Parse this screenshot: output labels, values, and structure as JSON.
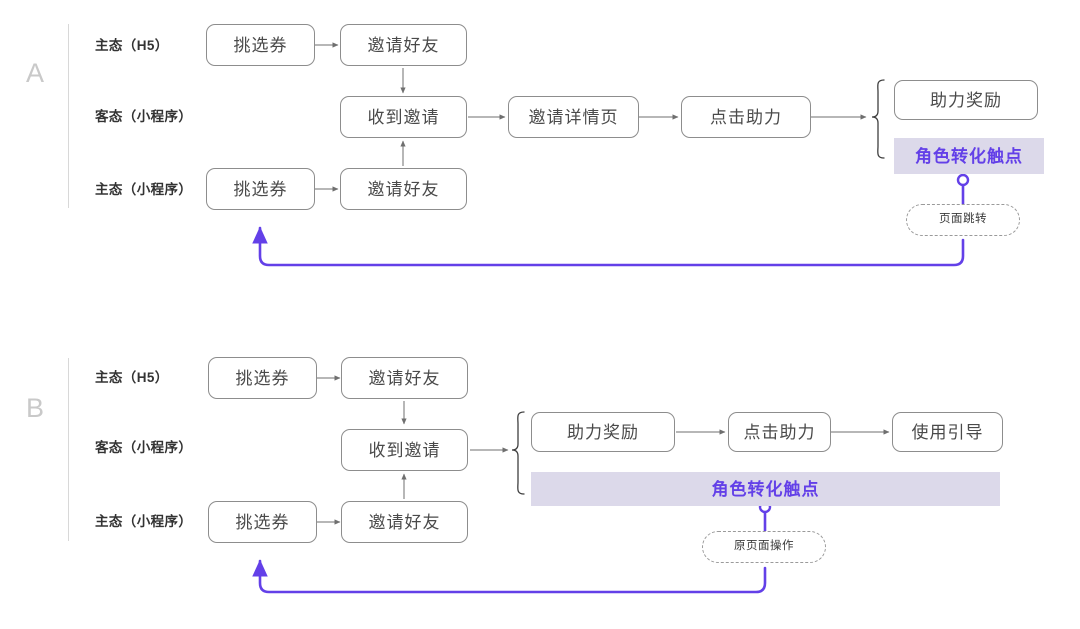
{
  "colors": {
    "accent_purple": "#6340e8",
    "highlight_band": "#dcd9ea",
    "node_border": "#8d8d8d",
    "node_text": "#4a4a4a",
    "label_text": "#333333",
    "section_letter": "#c9c9c9",
    "divider": "#d8d8d8"
  },
  "sections": [
    {
      "letter": "A",
      "row_labels": [
        "主态（H5）",
        "客态（小程序）",
        "主态（小程序）"
      ],
      "nodes": [
        {
          "id": "a-pick-1",
          "label": "挑选券"
        },
        {
          "id": "a-invite-1",
          "label": "邀请好友"
        },
        {
          "id": "a-receive",
          "label": "收到邀请"
        },
        {
          "id": "a-detail",
          "label": "邀请详情页"
        },
        {
          "id": "a-click",
          "label": "点击助力"
        },
        {
          "id": "a-reward",
          "label": "助力奖励"
        },
        {
          "id": "a-pick-2",
          "label": "挑选券"
        },
        {
          "id": "a-invite-2",
          "label": "邀请好友"
        }
      ],
      "highlight_label": "角色转化触点",
      "annotation": "页面跳转"
    },
    {
      "letter": "B",
      "row_labels": [
        "主态（H5）",
        "客态（小程序）",
        "主态（小程序）"
      ],
      "nodes": [
        {
          "id": "b-pick-1",
          "label": "挑选券"
        },
        {
          "id": "b-invite-1",
          "label": "邀请好友"
        },
        {
          "id": "b-receive",
          "label": "收到邀请"
        },
        {
          "id": "b-reward",
          "label": "助力奖励"
        },
        {
          "id": "b-click",
          "label": "点击助力"
        },
        {
          "id": "b-guide",
          "label": "使用引导"
        },
        {
          "id": "b-pick-2",
          "label": "挑选券"
        },
        {
          "id": "b-invite-2",
          "label": "邀请好友"
        }
      ],
      "highlight_label": "角色转化触点",
      "annotation": "原页面操作"
    }
  ]
}
